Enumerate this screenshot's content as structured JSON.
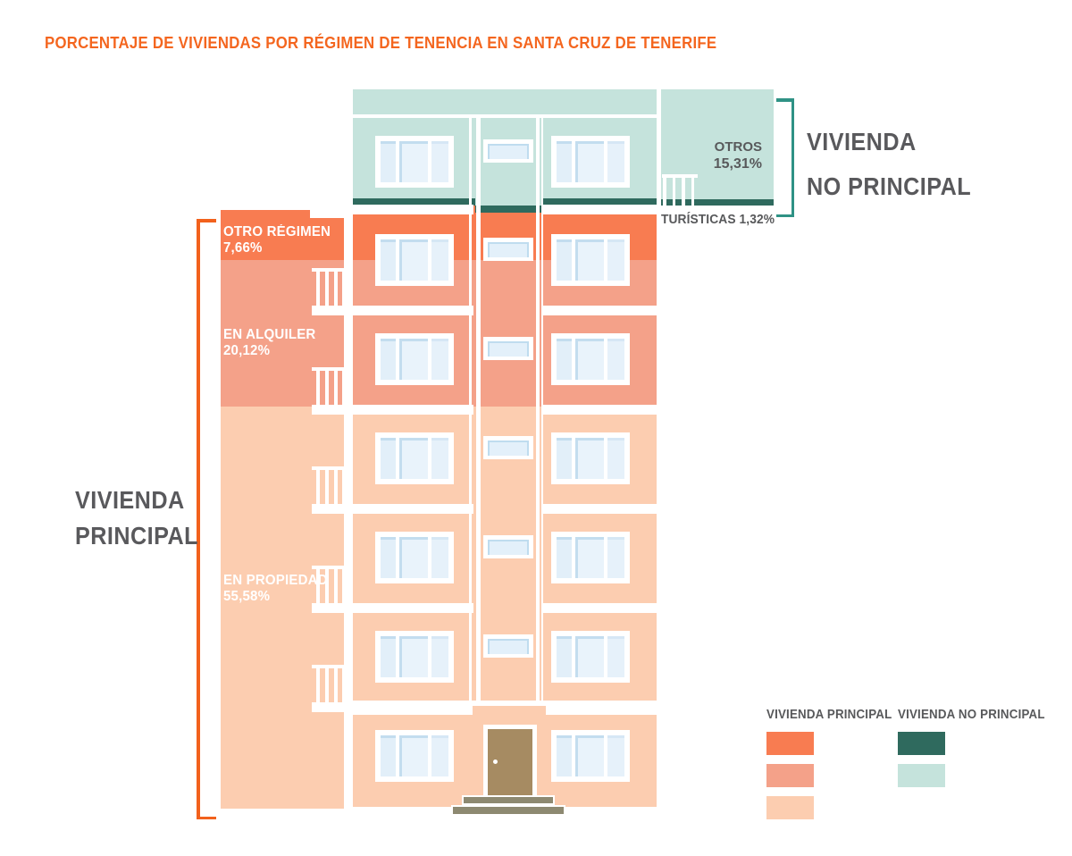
{
  "title": "PORCENTAJE DE VIVIENDAS POR RÉGIMEN DE TENENCIA EN SANTA CRUZ DE TENERIFE",
  "chart_data": {
    "type": "bar",
    "title": "PORCENTAJE DE VIVIENDAS POR RÉGIMEN DE TENENCIA EN SANTA CRUZ DE TENERIFE",
    "units": "%",
    "categories": [
      "EN PROPIEDAD",
      "EN ALQUILER",
      "OTRO RÉGIMEN",
      "OTROS",
      "TURÍSTICAS"
    ],
    "values": [
      55.58,
      20.12,
      7.66,
      15.31,
      1.32
    ],
    "groups": [
      {
        "name": "VIVIENDA PRINCIPAL",
        "segments": [
          {
            "label": "EN PROPIEDAD",
            "value": 55.58,
            "display": "55,58%",
            "color": "#FCCDB0"
          },
          {
            "label": "EN ALQUILER",
            "value": 20.12,
            "display": "20,12%",
            "color": "#F4A189"
          },
          {
            "label": "OTRO RÉGIMEN",
            "value": 7.66,
            "display": "7,66%",
            "color": "#F87C51"
          }
        ]
      },
      {
        "name": "VIVIENDA NO PRINCIPAL",
        "segments": [
          {
            "label": "OTROS",
            "value": 15.31,
            "display": "15,31%",
            "color": "#C5E3DC"
          },
          {
            "label": "TURÍSTICAS",
            "value": 1.32,
            "display": "1,32%",
            "color": "#2F6A5E"
          }
        ]
      }
    ],
    "legend_position": "bottom-right"
  },
  "segments": {
    "otro_regimen": {
      "name": "OTRO RÉGIMEN",
      "value": "7,66%"
    },
    "en_alquiler": {
      "name": "EN ALQUILER",
      "value": "20,12%"
    },
    "en_propiedad": {
      "name": "EN PROPIEDAD",
      "value": "55,58%"
    },
    "otros": {
      "name": "OTROS",
      "value": "15,31%"
    },
    "turisticas": {
      "label": "TURÍSTICAS 1,32%"
    }
  },
  "brackets": {
    "left": {
      "line1": "VIVIENDA",
      "line2": "PRINCIPAL"
    },
    "right": {
      "line1": "VIVIENDA",
      "line2": "NO PRINCIPAL"
    }
  },
  "legend": {
    "principal": {
      "header": "VIVIENDA PRINCIPAL",
      "colors": [
        "#F87C51",
        "#F4A189",
        "#FCCDB0"
      ]
    },
    "no_principal": {
      "header": "VIVIENDA NO PRINCIPAL",
      "colors": [
        "#2F6A5E",
        "#C5E3DC"
      ]
    }
  },
  "colors": {
    "title_orange": "#F4661F",
    "bracket_orange": "#F2611C",
    "bracket_teal": "#2F9285",
    "text_gray": "#58595B",
    "window_blue": "#E2EFF9",
    "door_brown": "#A68B62",
    "steps_gray": "#8D8971"
  }
}
